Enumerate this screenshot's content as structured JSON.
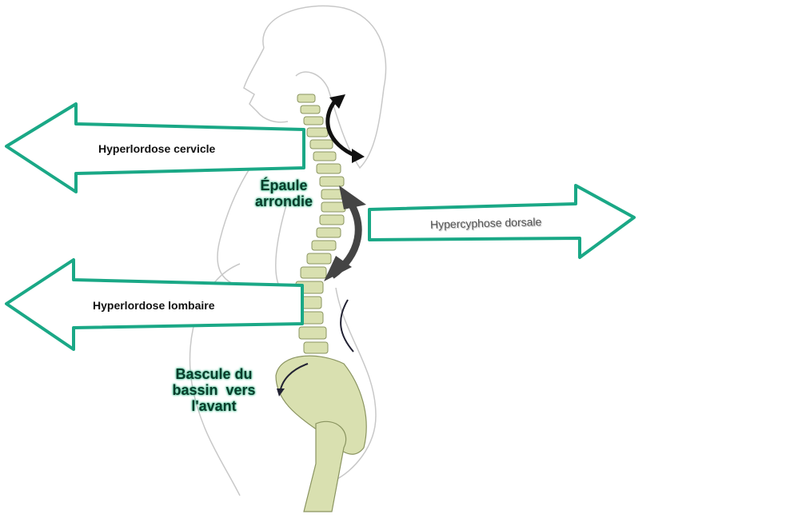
{
  "labels": {
    "cervical": "Hyperlordose cervicle",
    "dorsal": "Hypercyphose dorsale",
    "lombaire": "Hyperlordose lombaire"
  },
  "annotations": {
    "epaule_line1": "Épaule",
    "epaule_line2": "arrondie",
    "bassin_line1": "Bascule du",
    "bassin_line2": "bassin  vers",
    "bassin_line3": "l'avant"
  },
  "colors": {
    "arrow_outline": "#1aa886",
    "bone": "#d9e0b0",
    "annotation_text": "#0b3b2b"
  }
}
